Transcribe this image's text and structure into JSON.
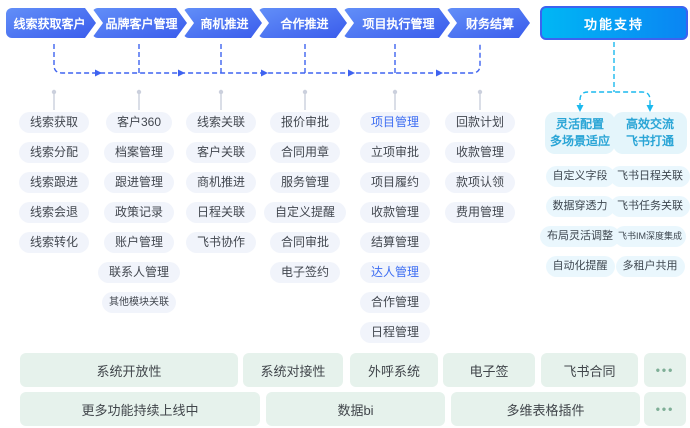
{
  "flow": {
    "steps": [
      {
        "label": "线索获取客户"
      },
      {
        "label": "品牌客户管理"
      },
      {
        "label": "商机推进"
      },
      {
        "label": "合作推进"
      },
      {
        "label": "项目执行管理"
      },
      {
        "label": "财务结算"
      }
    ],
    "support_label": "功能支持"
  },
  "columns": [
    {
      "items": [
        {
          "label": "线索获取"
        },
        {
          "label": "线索分配"
        },
        {
          "label": "线索跟进"
        },
        {
          "label": "线索会退"
        },
        {
          "label": "线索转化"
        }
      ]
    },
    {
      "items": [
        {
          "label": "客户360"
        },
        {
          "label": "档案管理"
        },
        {
          "label": "跟进管理"
        },
        {
          "label": "政策记录"
        },
        {
          "label": "账户管理"
        },
        {
          "label": "联系人管理"
        },
        {
          "label": "其他模块关联",
          "small": true
        }
      ]
    },
    {
      "items": [
        {
          "label": "线索关联"
        },
        {
          "label": "客户关联"
        },
        {
          "label": "商机推进"
        },
        {
          "label": "日程关联"
        },
        {
          "label": "飞书协作"
        }
      ]
    },
    {
      "items": [
        {
          "label": "报价审批"
        },
        {
          "label": "合同用章"
        },
        {
          "label": "服务管理"
        },
        {
          "label": "自定义提醒"
        },
        {
          "label": "合同审批"
        },
        {
          "label": "电子签约"
        }
      ]
    },
    {
      "items": [
        {
          "label": "项目管理",
          "highlight": true
        },
        {
          "label": "立项审批"
        },
        {
          "label": "项目履约"
        },
        {
          "label": "收款管理"
        },
        {
          "label": "结算管理"
        },
        {
          "label": "达人管理",
          "highlight": true
        },
        {
          "label": "合作管理"
        },
        {
          "label": "日程管理"
        }
      ]
    },
    {
      "items": [
        {
          "label": "回款计划"
        },
        {
          "label": "收款管理"
        },
        {
          "label": "款项认领"
        },
        {
          "label": "费用管理"
        }
      ]
    }
  ],
  "support": {
    "groups": [
      {
        "title_lines": [
          "灵活配置",
          "多场景适应"
        ],
        "items": [
          {
            "label": "自定义字段"
          },
          {
            "label": "数据穿透力"
          },
          {
            "label": "布局灵活调整"
          },
          {
            "label": "自动化提醒"
          }
        ]
      },
      {
        "title_lines": [
          "高效交流",
          "飞书打通"
        ],
        "items": [
          {
            "label": "飞书日程关联"
          },
          {
            "label": "飞书任务关联"
          },
          {
            "label": "飞书IM深度集成",
            "tiny": true
          },
          {
            "label": "多租户共用"
          }
        ]
      }
    ]
  },
  "bottom": {
    "row1": [
      {
        "label": "系统开放性"
      },
      {
        "label": "系统对接性"
      },
      {
        "label": "外呼系统"
      },
      {
        "label": "电子签"
      },
      {
        "label": "飞书合同"
      },
      {
        "label": "•••",
        "ellipsis": true
      }
    ],
    "row2": [
      {
        "label": "更多功能持续上线中"
      },
      {
        "label": "数据bi"
      },
      {
        "label": "多维表格插件"
      },
      {
        "label": "•••",
        "ellipsis": true
      }
    ]
  },
  "colors": {
    "flow_gradient_start": "#628FF8",
    "flow_gradient_end": "#3A5CEC",
    "support_button_gradient_start": "#00B7F4",
    "support_button_gradient_end": "#0A85F3",
    "support_button_border": "#3C63EF",
    "pill_bg": "#F1F4FB",
    "pill_text": "#42474F",
    "pill_highlight_text": "#3D6DF2",
    "support_card_bg": "#E4F5FB",
    "support_title_text": "#2AA5D6",
    "bottom_bg": "#E6F2EC",
    "bottom_text": "#41464B",
    "dots_color": "#7FAF97",
    "connector_blue": "#3F63F0",
    "connector_cyan": "#1CB9EE",
    "connector_gray": "#CBD0DD"
  }
}
